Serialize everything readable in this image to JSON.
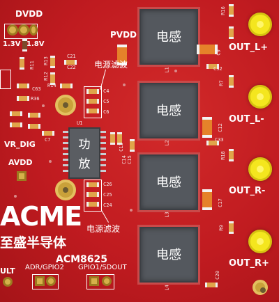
{
  "silkscreen": {
    "dvdd": "DVDD",
    "v13": "1.3V",
    "v18": "1.8V",
    "pvdd": "PVDD",
    "vr_dig": "VR_DIG",
    "avdd": "AVDD",
    "brand": "ACME",
    "company": "至盛半导体",
    "part": "ACM8625",
    "fault": "ULT",
    "adr": "ADR/GPIO2",
    "gpio1": "GPIO1/SDOUT",
    "out_l_plus": "OUT_L+",
    "out_l_minus": "OUT_L-",
    "out_r_minus": "OUT_R-",
    "out_r_plus": "OUT_R+"
  },
  "refs": {
    "r11": "R11",
    "r13": "R13",
    "r12": "R12",
    "r14": "R14",
    "c21": "C21",
    "c22": "C22",
    "c63": "C63",
    "r36": "R36",
    "c4": "C4",
    "c5": "C5",
    "c6": "C6",
    "u1": "U1",
    "c7": "C7",
    "c26": "C26",
    "c25": "C25",
    "c24": "C24",
    "c13": "C13",
    "c14": "C14",
    "c15": "C15",
    "r16": "R16",
    "r7": "R7",
    "r18": "R18",
    "r9": "R9",
    "c9": "C9",
    "c32": "C32",
    "c12": "C12",
    "c33": "C33",
    "c17": "C17",
    "c20": "C20",
    "l1": "L1",
    "l2": "L2",
    "l3": "L3",
    "l4": "L4"
  },
  "inductors": [
    "电感",
    "电感",
    "电感",
    "电感"
  ],
  "amplifier": {
    "line1": "功",
    "line2": "放"
  },
  "annotations": {
    "filter_top": "电源滤波",
    "filter_bottom": "电源滤波"
  }
}
